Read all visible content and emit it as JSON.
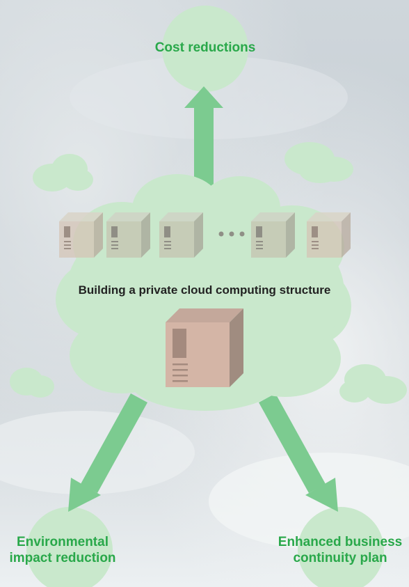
{
  "nodes": {
    "top": {
      "label": "Cost reductions"
    },
    "center": {
      "label": "Building a private cloud computing structure"
    },
    "bottom_left": {
      "label_line1": "Environmental",
      "label_line2": "impact reduction"
    },
    "bottom_right": {
      "label_line1": "Enhanced business",
      "label_line2": "continuity plan"
    }
  },
  "colors": {
    "cloud": "#c9e8cc",
    "arrow": "#7ccb90",
    "label_text": "#29a84a",
    "server_face": "#d4b5a6",
    "server_side": "#a08c80"
  },
  "icons": [
    "server-icon",
    "ellipsis-icon"
  ]
}
